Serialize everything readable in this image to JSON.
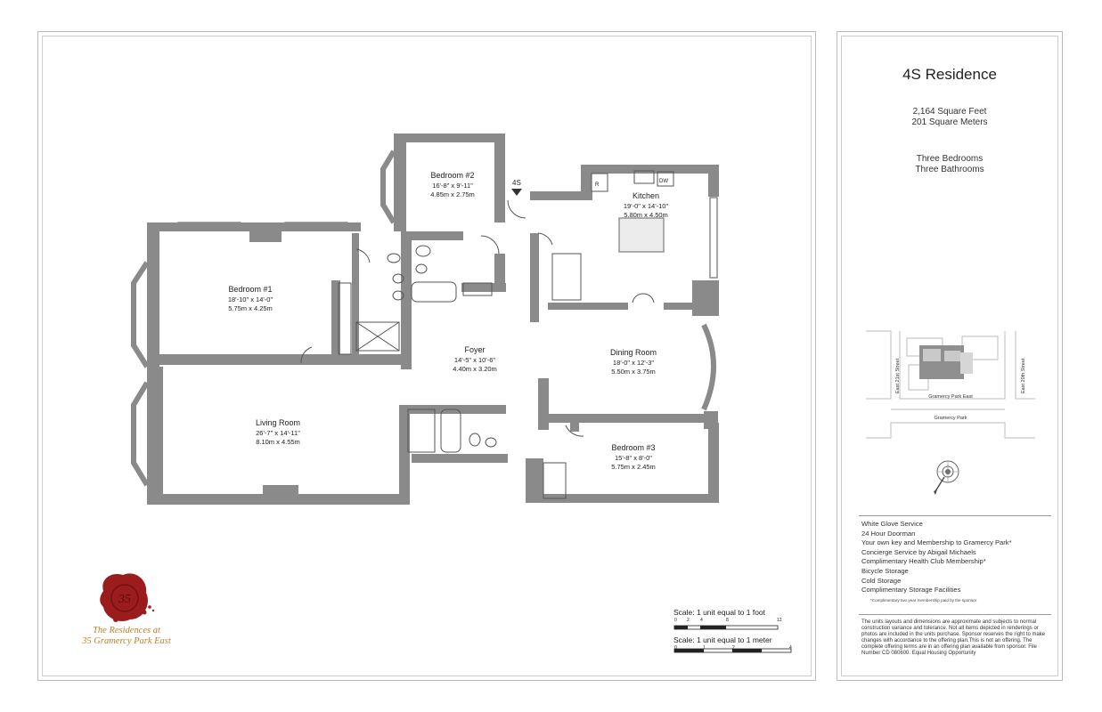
{
  "residence": {
    "title": "4S Residence",
    "area_sqft": "2,164 Square Feet",
    "area_sqm": "201 Square Meters",
    "bedrooms": "Three Bedrooms",
    "bathrooms": "Three Bathrooms"
  },
  "rooms": [
    {
      "name": "Bedroom #1",
      "dim_ft": "18'-10\" x 14'-0\"",
      "dim_m": "5.75m x 4.25m"
    },
    {
      "name": "Bedroom #2",
      "dim_ft": "16'-8\" x 9'-11\"",
      "dim_m": "4.85m x 2.75m"
    },
    {
      "name": "Kitchen",
      "dim_ft": "19'-0\" x 14'-10\"",
      "dim_m": "5.80m x 4.50m"
    },
    {
      "name": "Foyer",
      "dim_ft": "14'-5\" x 10'-6\"",
      "dim_m": "4.40m x 3.20m"
    },
    {
      "name": "Dining Room",
      "dim_ft": "18'-0\" x 12'-3\"",
      "dim_m": "5.50m x 3.75m"
    },
    {
      "name": "Living Room",
      "dim_ft": "26'-7\" x 14'-11\"",
      "dim_m": "8.10m x 4.55m"
    },
    {
      "name": "Bedroom #3",
      "dim_ft": "15'-8\" x 8'-0\"",
      "dim_m": "5.75m x 2.45m"
    }
  ],
  "plan_labels": {
    "unit": "4S",
    "refrigerator": "R",
    "dishwasher": "DW"
  },
  "map": {
    "street_east21": "East 21st Street",
    "street_east20": "East 20th Street",
    "gramercy_park_east": "Gramercy Park East",
    "gramercy_park": "Gramercy Park"
  },
  "amenities": [
    "White Glove Service",
    "24 Hour Doorman",
    "Your own key and Membership to Gramercy Park*",
    "Concierge Service by Abigail Michaels",
    "Complimentary Health Club Membership*",
    "Bicycle Storage",
    "Cold Storage",
    "Complimentary Storage Facilities"
  ],
  "footnote": "*Complimentary two year membership paid by the sponsor",
  "disclaimer": "The units layouts and dimensions are approximate and subjects to normal construction variance and tolerance. Not all items depicted in renderings or photos are included in the units purchase. Sponsor reserves the right to make changes with accordance to the offering plan.This is not an offering. The complete offering terms are in an offering plan available from sponsor. File Number CD 080600. Equal Housing Opportunity",
  "scale": {
    "feet_label": "Scale: 1 unit equal to 1 foot",
    "feet_ticks": [
      "0",
      "2",
      "4",
      "8",
      "12"
    ],
    "meter_label": "Scale: 1 unit equal to 1 meter",
    "meter_ticks": [
      "0",
      "1",
      "2",
      "4"
    ]
  },
  "logo": {
    "line1": "The Residences at",
    "line2": "35 Gramercy Park East",
    "seal_number": "35"
  },
  "colors": {
    "wall": "#8a8a8a",
    "logo_red": "#9b1c1c",
    "logo_gold": "#b8822e"
  }
}
